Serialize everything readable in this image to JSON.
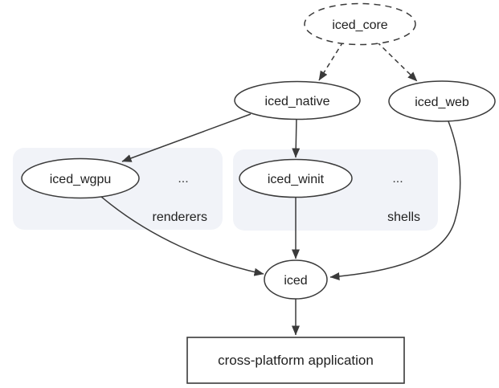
{
  "diagram": {
    "nodes": {
      "iced_core": {
        "label": "iced_core",
        "border": "dashed",
        "shape": "ellipse"
      },
      "iced_native": {
        "label": "iced_native",
        "border": "solid",
        "shape": "ellipse"
      },
      "iced_web": {
        "label": "iced_web",
        "border": "solid",
        "shape": "ellipse"
      },
      "iced_wgpu": {
        "label": "iced_wgpu",
        "border": "solid",
        "shape": "ellipse",
        "group": "renderers"
      },
      "iced_winit": {
        "label": "iced_winit",
        "border": "solid",
        "shape": "ellipse",
        "group": "shells"
      },
      "iced": {
        "label": "iced",
        "border": "solid",
        "shape": "ellipse"
      },
      "application": {
        "label": "cross-platform application",
        "border": "solid",
        "shape": "rectangle"
      }
    },
    "groups": {
      "renderers": {
        "label": "renderers",
        "ellipsis": "..."
      },
      "shells": {
        "label": "shells",
        "ellipsis": "..."
      }
    },
    "edges": [
      {
        "from": "iced_core",
        "to": "iced_native",
        "style": "dashed"
      },
      {
        "from": "iced_core",
        "to": "iced_web",
        "style": "dashed"
      },
      {
        "from": "iced_native",
        "to": "iced_wgpu",
        "style": "solid"
      },
      {
        "from": "iced_native",
        "to": "iced_winit",
        "style": "solid"
      },
      {
        "from": "iced_wgpu",
        "to": "iced",
        "style": "solid"
      },
      {
        "from": "iced_winit",
        "to": "iced",
        "style": "solid"
      },
      {
        "from": "iced_web",
        "to": "iced",
        "style": "solid"
      },
      {
        "from": "iced",
        "to": "application",
        "style": "solid"
      }
    ],
    "colors": {
      "edge": "#3a3a3a",
      "node_border": "#3a3a3a",
      "node_fill": "#ffffff",
      "text": "#212121",
      "accent_label": "#1a73e8",
      "group_background": "#f1f3f8",
      "page_background": "#ffffff"
    }
  }
}
